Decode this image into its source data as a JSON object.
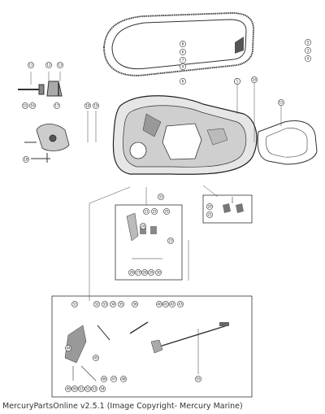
{
  "caption": "MercuryPartsOnline v2.5.1 (Image Copyright- Mercury Marine)",
  "callouts": [
    {
      "id": "cowl-gasket-front",
      "label": "1"
    },
    {
      "id": "top-right-1",
      "label": "5"
    },
    {
      "id": "top-right-2",
      "label": "3"
    },
    {
      "id": "top-right-3",
      "label": "4"
    },
    {
      "id": "top-left-1",
      "label": "8"
    },
    {
      "id": "top-left-2",
      "label": "6"
    },
    {
      "id": "top-left-3",
      "label": "7"
    },
    {
      "id": "top-left-4",
      "label": "9"
    },
    {
      "id": "top-left-5",
      "label": "6"
    },
    {
      "id": "handle-1",
      "label": "11"
    },
    {
      "id": "handle-2",
      "label": "12"
    },
    {
      "id": "handle-3",
      "label": "13"
    },
    {
      "id": "pan",
      "label": "1"
    },
    {
      "id": "pan-seal",
      "label": "16"
    },
    {
      "id": "gasket",
      "label": "15"
    },
    {
      "id": "left-1",
      "label": "15"
    },
    {
      "id": "left-2",
      "label": "16"
    },
    {
      "id": "left-3",
      "label": "17"
    },
    {
      "id": "left-4",
      "label": "18"
    },
    {
      "id": "left-5",
      "label": "19"
    },
    {
      "id": "left-6",
      "label": "18"
    },
    {
      "id": "mid-1",
      "label": "21"
    },
    {
      "id": "mid-2",
      "label": "22"
    },
    {
      "id": "mid-3",
      "label": "25"
    },
    {
      "id": "mid-4",
      "label": "24"
    },
    {
      "id": "mid-5",
      "label": "23"
    },
    {
      "id": "mid-6",
      "label": "26"
    },
    {
      "id": "mid-7",
      "label": "27"
    },
    {
      "id": "mid-8",
      "label": "28"
    },
    {
      "id": "mid-9",
      "label": "29"
    },
    {
      "id": "mid-10",
      "label": "30"
    },
    {
      "id": "mid-11",
      "label": "31"
    },
    {
      "id": "right-box-1",
      "label": "20"
    },
    {
      "id": "right-box-2",
      "label": "21"
    },
    {
      "id": "bot-1",
      "label": "31"
    },
    {
      "id": "bot-2",
      "label": "32"
    },
    {
      "id": "bot-3",
      "label": "33"
    },
    {
      "id": "bot-4",
      "label": "34"
    },
    {
      "id": "bot-5",
      "label": "35"
    },
    {
      "id": "bot-6",
      "label": "36"
    },
    {
      "id": "bot-7",
      "label": "40"
    },
    {
      "id": "bot-8",
      "label": "41"
    },
    {
      "id": "bot-9",
      "label": "42"
    },
    {
      "id": "bot-10",
      "label": "43"
    },
    {
      "id": "bot-11",
      "label": "44"
    },
    {
      "id": "bot-12",
      "label": "45"
    },
    {
      "id": "bot-13",
      "label": "46"
    },
    {
      "id": "bot-14",
      "label": "47"
    },
    {
      "id": "bot-15",
      "label": "48"
    },
    {
      "id": "bot-16",
      "label": "49"
    },
    {
      "id": "bot-17",
      "label": "50"
    },
    {
      "id": "bot-18",
      "label": "51"
    },
    {
      "id": "bot-19",
      "label": "52"
    },
    {
      "id": "bot-20",
      "label": "53"
    },
    {
      "id": "bot-21",
      "label": "54"
    },
    {
      "id": "bot-22",
      "label": "55"
    }
  ]
}
